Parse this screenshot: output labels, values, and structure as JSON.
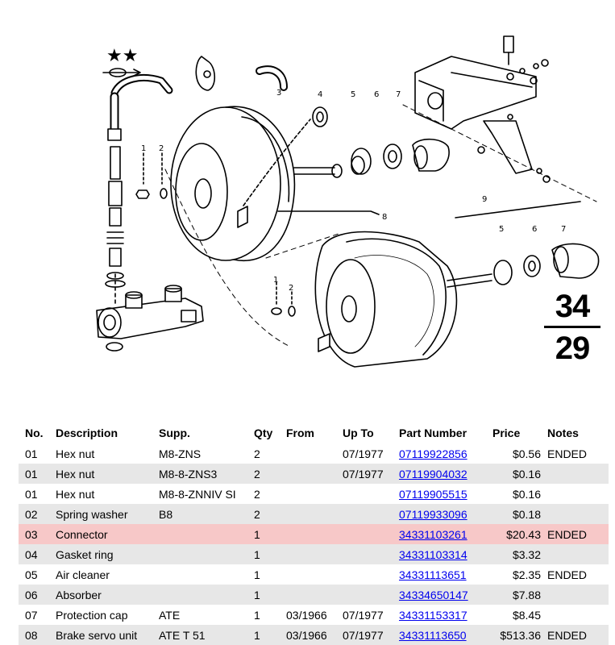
{
  "diagram": {
    "callouts": [
      "1",
      "2",
      "3",
      "4",
      "5",
      "6",
      "7",
      "8",
      "9",
      "5",
      "6",
      "7",
      "1",
      "2"
    ],
    "stars": "★★",
    "page_code_top": "34",
    "page_code_bottom": "29"
  },
  "table": {
    "headers": {
      "no": "No.",
      "description": "Description",
      "supp": "Supp.",
      "qty": "Qty",
      "from": "From",
      "up_to": "Up To",
      "part_number": "Part Number",
      "price": "Price",
      "notes": "Notes"
    },
    "rows": [
      {
        "no": "01",
        "description": "Hex nut",
        "supp": "M8-ZNS",
        "qty": "2",
        "from": "",
        "up_to": "07/1977",
        "part_number": "07119922856",
        "price": "$0.56",
        "notes": "ENDED",
        "camera": false,
        "highlight": false
      },
      {
        "no": "01",
        "description": "Hex nut",
        "supp": "M8-8-ZNS3",
        "qty": "2",
        "from": "",
        "up_to": "07/1977",
        "part_number": "07119904032",
        "price": "$0.16",
        "notes": "",
        "camera": true,
        "highlight": false
      },
      {
        "no": "01",
        "description": "Hex nut",
        "supp": "M8-8-ZNNIV SI",
        "qty": "2",
        "from": "",
        "up_to": "",
        "part_number": "07119905515",
        "price": "$0.16",
        "notes": "",
        "camera": false,
        "highlight": false
      },
      {
        "no": "02",
        "description": "Spring washer",
        "supp": "B8",
        "qty": "2",
        "from": "",
        "up_to": "",
        "part_number": "07119933096",
        "price": "$0.18",
        "notes": "",
        "camera": true,
        "highlight": false
      },
      {
        "no": "03",
        "description": "Connector",
        "supp": "",
        "qty": "1",
        "from": "",
        "up_to": "",
        "part_number": "34331103261",
        "price": "$20.43",
        "notes": "ENDED",
        "camera": false,
        "highlight": true
      },
      {
        "no": "04",
        "description": "Gasket ring",
        "supp": "",
        "qty": "1",
        "from": "",
        "up_to": "",
        "part_number": "34331103314",
        "price": "$3.32",
        "notes": "",
        "camera": false,
        "highlight": false
      },
      {
        "no": "05",
        "description": "Air cleaner",
        "supp": "",
        "qty": "1",
        "from": "",
        "up_to": "",
        "part_number": "34331113651",
        "price": "$2.35",
        "notes": "ENDED",
        "camera": false,
        "highlight": false
      },
      {
        "no": "06",
        "description": "Absorber",
        "supp": "",
        "qty": "1",
        "from": "",
        "up_to": "",
        "part_number": "34334650147",
        "price": "$7.88",
        "notes": "",
        "camera": false,
        "highlight": false
      },
      {
        "no": "07",
        "description": "Protection cap",
        "supp": "ATE",
        "qty": "1",
        "from": "03/1966",
        "up_to": "07/1977",
        "part_number": "34331153317",
        "price": "$8.45",
        "notes": "",
        "camera": false,
        "highlight": false
      },
      {
        "no": "08",
        "description": "Brake servo unit",
        "supp": "ATE T 51",
        "qty": "1",
        "from": "03/1966",
        "up_to": "07/1977",
        "part_number": "34331113650",
        "price": "$513.36",
        "notes": "ENDED",
        "camera": false,
        "highlight": false
      }
    ]
  },
  "colors": {
    "link": "#0000ee",
    "row_alt": "#e7e7e7",
    "row_highlight": "#f7c8c8"
  },
  "icons": {
    "camera": "camera-icon"
  }
}
